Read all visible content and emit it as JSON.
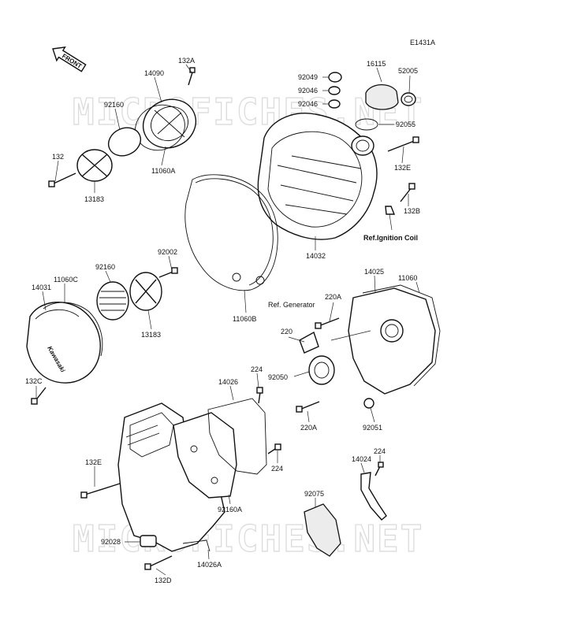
{
  "diagram_code": "E1431A",
  "front_label": "FRONT",
  "watermark": "MICROFICHES.NET",
  "reference_notes": {
    "ignition_coil": "Ref.Ignition Coil",
    "generator": "Ref. Generator"
  },
  "cover_logo": "Kawasaki",
  "parts": {
    "p132A": "132A",
    "p14090": "14090",
    "p92160_top": "92160",
    "p132_left": "132",
    "p11060A": "11060A",
    "p13183_top": "13183",
    "p92049": "92049",
    "p92046_a": "92046",
    "p92046_b": "92046",
    "p16115": "16115",
    "p52005": "52005",
    "p92055": "92055",
    "p132E_right": "132E",
    "p132B": "132B",
    "p14032": "14032",
    "p92002": "92002",
    "p92160_mid": "92160",
    "p11060C": "11060C",
    "p14031": "14031",
    "p13183_mid": "13183",
    "p11060B": "11060B",
    "p14025": "14025",
    "p11060": "11060",
    "p220A_top": "220A",
    "p220": "220",
    "p92050": "92050",
    "p132C": "132C",
    "p224_a": "224",
    "p14026": "14026",
    "p220A_bot": "220A",
    "p92051": "92051",
    "p132E_left": "132E",
    "p224_b": "224",
    "p92160A": "92160A",
    "p224_c": "224",
    "p14024": "14024",
    "p92075": "92075",
    "p92028": "92028",
    "p14026A": "14026A",
    "p132D": "132D"
  }
}
